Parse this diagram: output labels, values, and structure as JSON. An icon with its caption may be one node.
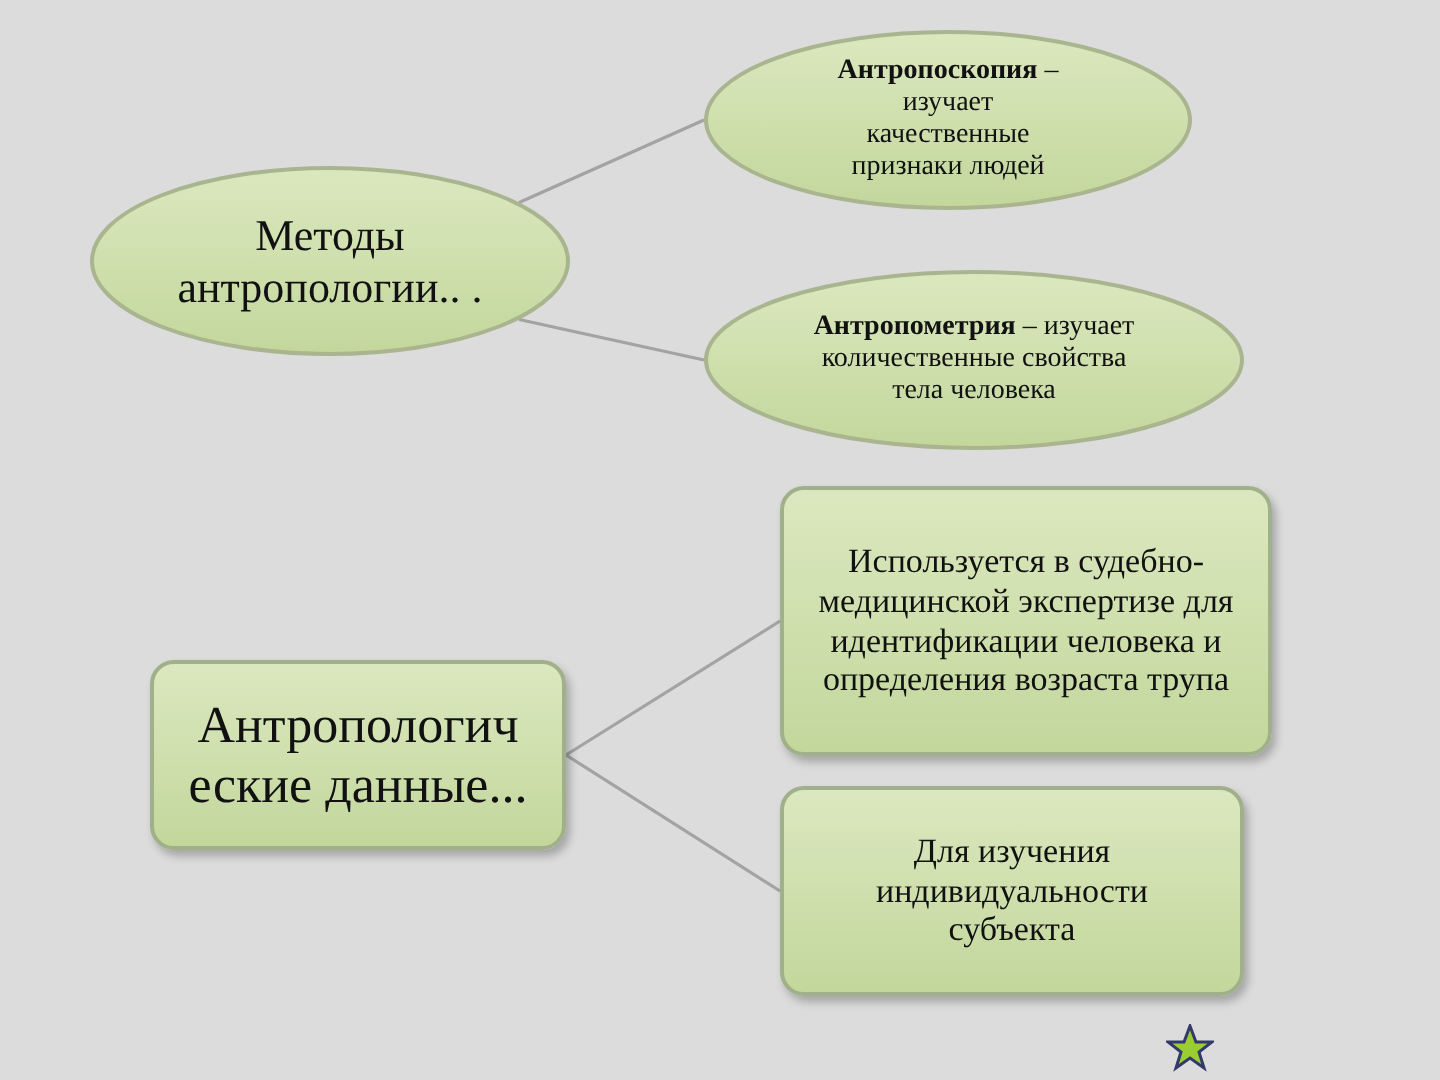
{
  "diagram": {
    "nodes": [
      {
        "text": [
          "Методы антропологии.. ."
        ]
      },
      {
        "text": [
          "**Антропоскопия** – изучает качественные признаки людей"
        ]
      },
      {
        "text": [
          "**Антропометрия** – изучает количественные свойства тела человека"
        ]
      },
      {
        "text": [
          "Антропологич еские данные..."
        ]
      },
      {
        "text": [
          "Используется в судебно-медицинской экспертизе для идентификации человека и определения возраста трупа"
        ]
      },
      {
        "text": [
          "Для изучения индивидуальности субъекта"
        ]
      }
    ],
    "edges": [
      {
        "from": 0,
        "to": 1,
        "arrow": "none"
      },
      {
        "from": 0,
        "to": 2,
        "arrow": "none"
      },
      {
        "from": 3,
        "to": 4,
        "arrow": "none"
      },
      {
        "from": 3,
        "to": 5,
        "arrow": "none"
      }
    ]
  }
}
